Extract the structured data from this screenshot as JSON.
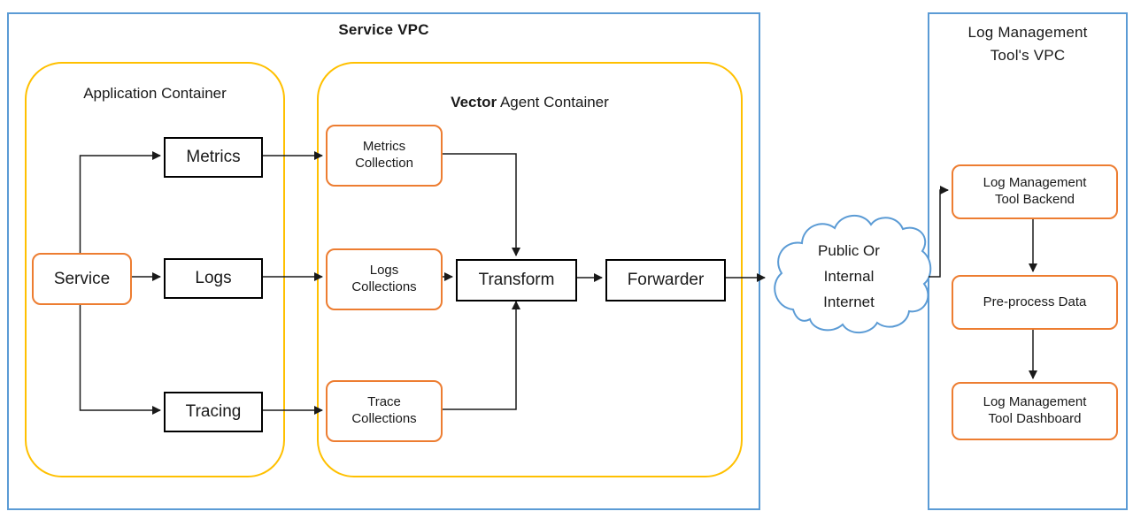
{
  "service_vpc": {
    "title": "Service VPC",
    "application_container": {
      "title": "Application Container",
      "service": "Service",
      "metrics": "Metrics",
      "logs": "Logs",
      "tracing": "Tracing"
    },
    "vector_container": {
      "title_bold": "Vector",
      "title_rest": " Agent Container",
      "metrics_collection": "Metrics Collection",
      "logs_collections": "Logs Collections",
      "trace_collections": "Trace Collections",
      "transform": "Transform",
      "forwarder": "Forwarder"
    }
  },
  "internet_cloud": {
    "line1": "Public Or",
    "line2": "Internal",
    "line3": "Internet"
  },
  "log_vpc": {
    "title": "Log Management Tool's VPC",
    "backend": "Log Management Tool Backend",
    "preprocess": "Pre-process Data",
    "dashboard": "Log Management Tool Dashboard"
  },
  "colors": {
    "vpc_border": "#5B9BD5",
    "container_border": "#FFC000",
    "node_border": "#ED7D31",
    "box_border": "#000000",
    "cloud_border": "#5B9BD5"
  }
}
